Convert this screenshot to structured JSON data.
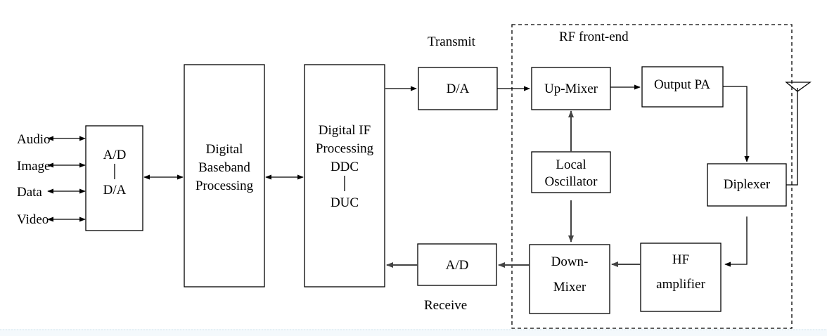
{
  "diagram": {
    "inputs": [
      "Audio",
      "Image",
      "Data",
      "Video"
    ],
    "ad_da_block": {
      "top": "A/D",
      "bottom": "D/A"
    },
    "baseband_block": [
      "Digital",
      "Baseband",
      "Processing"
    ],
    "if_block": [
      "Digital IF",
      "Processing",
      "DDC",
      "DUC"
    ],
    "transmit_label": "Transmit",
    "receive_label": "Receive",
    "tx_da_block": "D/A",
    "rx_ad_block": "A/D",
    "rf_frontend_label": "RF front-end",
    "up_mixer_block": "Up-Mixer",
    "output_pa_block": "Output PA",
    "local_oscillator_block": [
      "Local",
      "Oscillator"
    ],
    "diplexer_block": "Diplexer",
    "down_mixer_block": [
      "Down-",
      "Mixer"
    ],
    "hf_amplifier_block": [
      "HF",
      "amplifier"
    ]
  }
}
